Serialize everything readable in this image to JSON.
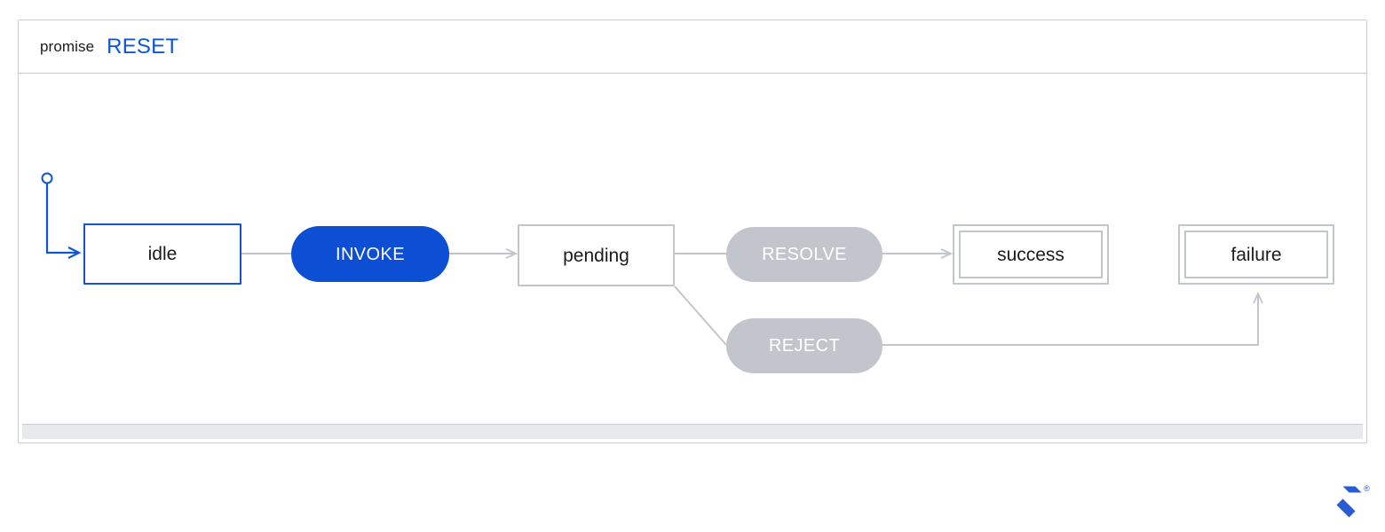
{
  "machine": {
    "name": "promise",
    "event_badge": "RESET",
    "accent_color": "#0d4fd4",
    "muted_color": "#c2c6cc",
    "border_color": "#c9ccd3",
    "footer_color": "#e8e9eb"
  },
  "nodes": {
    "initial_marker": "initial-state-dot",
    "idle": {
      "label": "idle",
      "type": "state",
      "active": true
    },
    "invoke": {
      "label": "INVOKE",
      "type": "event",
      "active": true
    },
    "pending": {
      "label": "pending",
      "type": "state",
      "active": false
    },
    "resolve": {
      "label": "RESOLVE",
      "type": "event",
      "active": false
    },
    "reject": {
      "label": "REJECT",
      "type": "event",
      "active": false
    },
    "success": {
      "label": "success",
      "type": "final-state",
      "active": false
    },
    "failure": {
      "label": "failure",
      "type": "final-state",
      "active": false
    }
  },
  "edges": [
    {
      "from": "initial",
      "to": "idle",
      "color": "#1056d4",
      "arrow": true
    },
    {
      "from": "idle",
      "to": "invoke",
      "color": "#c2c6cc",
      "arrow": false
    },
    {
      "from": "invoke",
      "to": "pending",
      "color": "#c2c6cc",
      "arrow": true
    },
    {
      "from": "pending",
      "to": "resolve",
      "color": "#c2c6cc",
      "arrow": false
    },
    {
      "from": "pending",
      "to": "reject",
      "color": "#c2c6cc",
      "arrow": false
    },
    {
      "from": "resolve",
      "to": "success",
      "color": "#c2c6cc",
      "arrow": true
    },
    {
      "from": "reject",
      "to": "failure",
      "color": "#c2c6cc",
      "arrow": true
    }
  ],
  "brand": {
    "name": "toptal-logo",
    "trademark": "®",
    "color": "#2a5bd7"
  }
}
